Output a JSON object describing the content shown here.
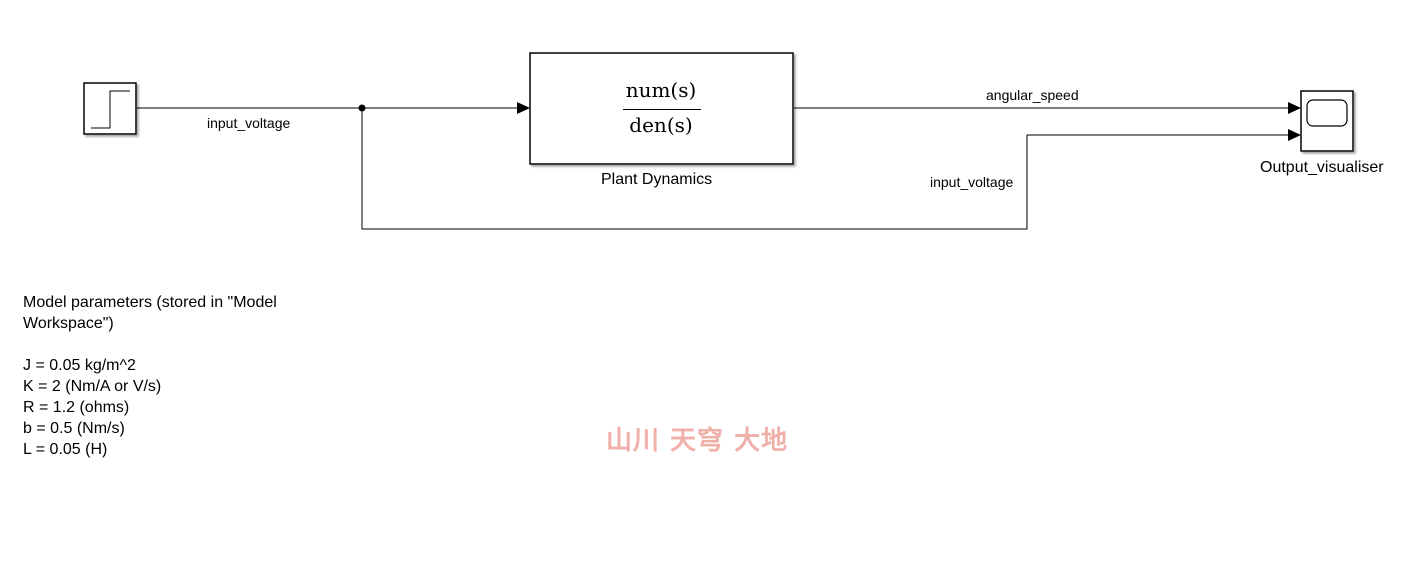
{
  "blocks": {
    "step": {
      "name": ""
    },
    "plant": {
      "name": "Plant Dynamics",
      "numerator": "num(s)",
      "denominator": "den(s)"
    },
    "scope": {
      "name": "Output_visualiser"
    }
  },
  "signals": {
    "input_to_plant": "input_voltage",
    "plant_to_scope": "angular_speed",
    "branch_to_scope": "input_voltage"
  },
  "annotation": {
    "title_line1": "Model parameters (stored in \"Model",
    "title_line2": "Workspace\")",
    "params": [
      "J = 0.05 kg/m^2",
      "K = 2 (Nm/A or V/s)",
      "R = 1.2 (ohms)",
      "b = 0.5 (Nm/s)",
      "L = 0.05 (H)"
    ]
  },
  "watermark": {
    "text": "山川 天穹 大地"
  },
  "colors": {
    "line": "#000000",
    "block_border": "#000000",
    "block_fill": "#ffffff",
    "watermark": "#f0b0aa"
  }
}
